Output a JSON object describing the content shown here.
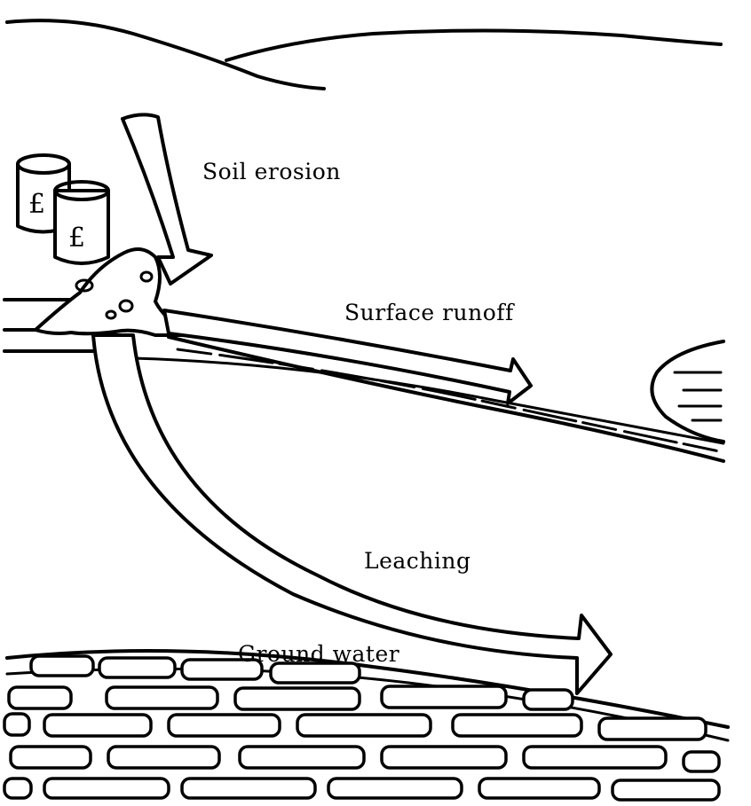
{
  "labels": {
    "soil_erosion": "Soil erosion",
    "surface_runoff": "Surface runoff",
    "leaching": "Leaching",
    "ground_water": "Ground water"
  },
  "cans": {
    "symbol": "£"
  }
}
